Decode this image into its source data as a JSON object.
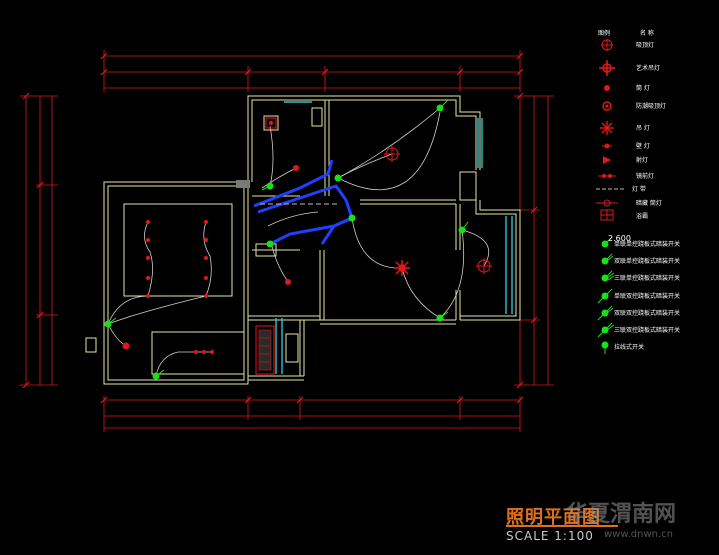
{
  "drawing": {
    "title": "照明平面图",
    "scale": "SCALE 1:100",
    "colors": {
      "wall": "#e6e6a8",
      "dim": "#e01818",
      "wire": "#d0d0d0",
      "switch": "#19e019",
      "conduit": "#2040ff",
      "window": "#26c6d8",
      "title": "#e0701a"
    }
  },
  "legend": {
    "header_symbol": "图例",
    "header_name": "名  称",
    "elevation_label": "2.600",
    "items": [
      {
        "icon": "ceiling-lamp-icon",
        "label": "吸顶灯"
      },
      {
        "icon": "art-chandelier-icon",
        "label": "艺术吊灯"
      },
      {
        "icon": "downlight-icon",
        "label": "筒 灯"
      },
      {
        "icon": "moisture-proof-lamp-icon",
        "label": "防潮吸顶灯"
      },
      {
        "icon": "pendant-lamp-icon",
        "label": "吊 灯"
      },
      {
        "icon": "wall-lamp-icon",
        "label": "壁 灯"
      },
      {
        "icon": "spotlight-icon",
        "label": "射灯"
      },
      {
        "icon": "mirror-front-lamp-icon",
        "label": "镜前灯"
      },
      {
        "icon": "light-strip-icon",
        "label": "灯 带"
      },
      {
        "icon": "ceiling-downlight-icon",
        "label": "暗藏  筒灯"
      },
      {
        "icon": "heater-icon",
        "label": "浴霸"
      },
      {
        "icon": "single-switch-icon",
        "label": "单联单控跷板式暗装开关"
      },
      {
        "icon": "double-switch-icon",
        "label": "双联单控跷板式暗装开关"
      },
      {
        "icon": "triple-switch-icon",
        "label": "三联单控跷板式暗装开关"
      },
      {
        "icon": "single-dual-switch-icon",
        "label": "单联双控跷板式暗装开关"
      },
      {
        "icon": "double-dual-switch-icon",
        "label": "双联双控跷板式暗装开关"
      },
      {
        "icon": "triple-dual-switch-icon",
        "label": "三联双控跷板式暗装开关"
      },
      {
        "icon": "pull-switch-icon",
        "label": "拉线式开关"
      }
    ]
  },
  "watermark": {
    "text": "华夏渭南网",
    "url": "www.dnwn.cn"
  }
}
